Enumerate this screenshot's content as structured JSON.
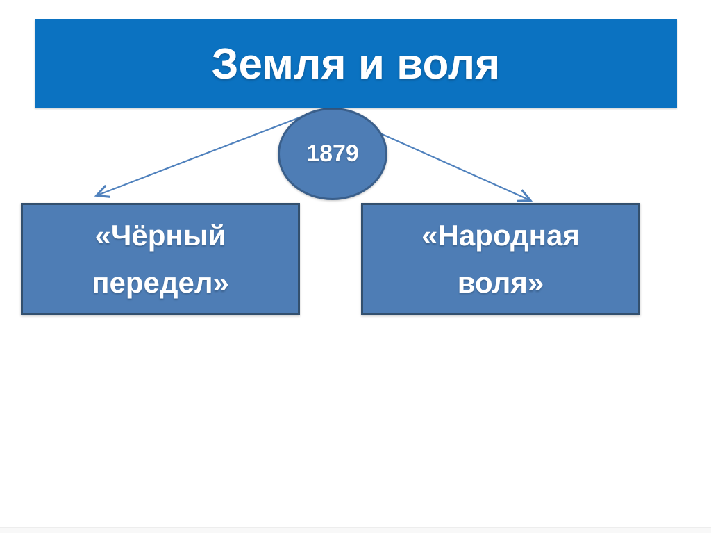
{
  "slide": {
    "title": "Земля и воля",
    "year_label": "1879",
    "branches": [
      {
        "side": "left",
        "lines": [
          "«Чёрный",
          "передел»"
        ]
      },
      {
        "side": "right",
        "lines": [
          "«Народная",
          "воля»"
        ]
      }
    ]
  },
  "icons": {
    "left_arrow": "split-arrow-left",
    "right_arrow": "split-arrow-right"
  },
  "colors": {
    "title_bg": "#0b72c1",
    "node_fill": "#4e7db5",
    "node_border": "#3a5f8b",
    "box_border": "#33506e",
    "arrow": "#4f81bd",
    "text": "#ffffff"
  }
}
